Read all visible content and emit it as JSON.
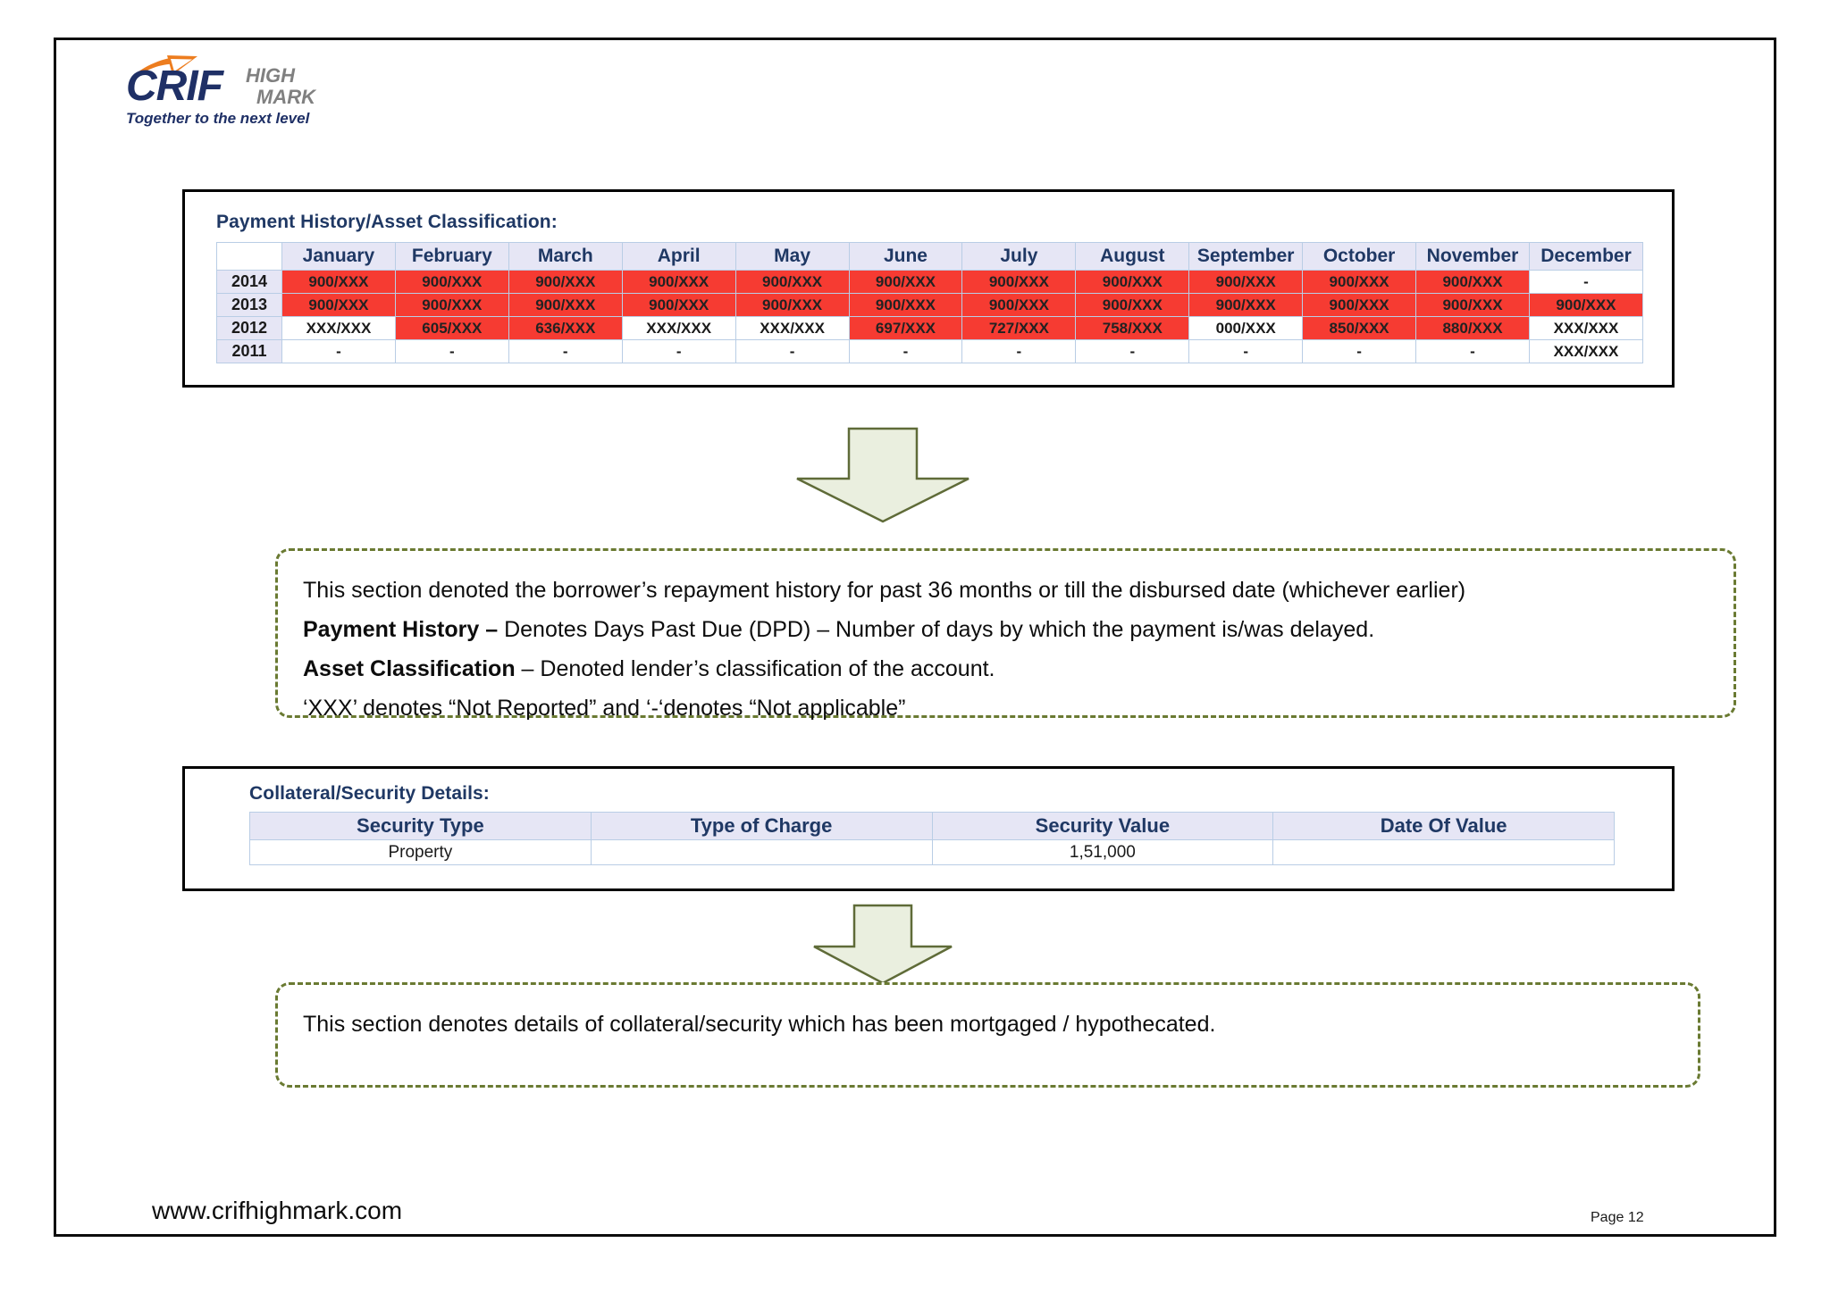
{
  "logo": {
    "brand": "CRIF",
    "sub_line_1": "HIGH",
    "sub_line_2": "MARK",
    "tagline": "Together to the next level",
    "brand_color": "#1f3066",
    "sub_color": "#808080",
    "accent_color": "#ed7d1f"
  },
  "payment_section": {
    "title": "Payment History/Asset Classification:",
    "corner_header": "",
    "columns": [
      "January",
      "February",
      "March",
      "April",
      "May",
      "June",
      "July",
      "August",
      "September",
      "October",
      "November",
      "December"
    ],
    "rows": [
      {
        "year": "2014",
        "cells": [
          {
            "value": "900/XXX",
            "red": true
          },
          {
            "value": "900/XXX",
            "red": true
          },
          {
            "value": "900/XXX",
            "red": true
          },
          {
            "value": "900/XXX",
            "red": true
          },
          {
            "value": "900/XXX",
            "red": true
          },
          {
            "value": "900/XXX",
            "red": true
          },
          {
            "value": "900/XXX",
            "red": true
          },
          {
            "value": "900/XXX",
            "red": true
          },
          {
            "value": "900/XXX",
            "red": true
          },
          {
            "value": "900/XXX",
            "red": true
          },
          {
            "value": "900/XXX",
            "red": true
          },
          {
            "value": "-",
            "red": false
          }
        ]
      },
      {
        "year": "2013",
        "cells": [
          {
            "value": "900/XXX",
            "red": true
          },
          {
            "value": "900/XXX",
            "red": true
          },
          {
            "value": "900/XXX",
            "red": true
          },
          {
            "value": "900/XXX",
            "red": true
          },
          {
            "value": "900/XXX",
            "red": true
          },
          {
            "value": "900/XXX",
            "red": true
          },
          {
            "value": "900/XXX",
            "red": true
          },
          {
            "value": "900/XXX",
            "red": true
          },
          {
            "value": "900/XXX",
            "red": true
          },
          {
            "value": "900/XXX",
            "red": true
          },
          {
            "value": "900/XXX",
            "red": true
          },
          {
            "value": "900/XXX",
            "red": true
          }
        ]
      },
      {
        "year": "2012",
        "cells": [
          {
            "value": "XXX/XXX",
            "red": false
          },
          {
            "value": "605/XXX",
            "red": true
          },
          {
            "value": "636/XXX",
            "red": true
          },
          {
            "value": "XXX/XXX",
            "red": false
          },
          {
            "value": "XXX/XXX",
            "red": false
          },
          {
            "value": "697/XXX",
            "red": true
          },
          {
            "value": "727/XXX",
            "red": true
          },
          {
            "value": "758/XXX",
            "red": true
          },
          {
            "value": "000/XXX",
            "red": false
          },
          {
            "value": "850/XXX",
            "red": true
          },
          {
            "value": "880/XXX",
            "red": true
          },
          {
            "value": "XXX/XXX",
            "red": false
          }
        ]
      },
      {
        "year": "2011",
        "cells": [
          {
            "value": "-",
            "red": false
          },
          {
            "value": "-",
            "red": false
          },
          {
            "value": "-",
            "red": false
          },
          {
            "value": "-",
            "red": false
          },
          {
            "value": "-",
            "red": false
          },
          {
            "value": "-",
            "red": false
          },
          {
            "value": "-",
            "red": false
          },
          {
            "value": "-",
            "red": false
          },
          {
            "value": "-",
            "red": false
          },
          {
            "value": "-",
            "red": false
          },
          {
            "value": "-",
            "red": false
          },
          {
            "value": "XXX/XXX",
            "red": false
          }
        ]
      }
    ]
  },
  "callout_one": {
    "line1": "This section denoted the borrower’s repayment history for past 36 months or till the disbursed date (whichever earlier)",
    "line2_bold": "Payment History –",
    "line2_rest": " Denotes Days Past Due (DPD) – Number of days by which the payment is/was delayed.",
    "line3_bold": "Asset Classification",
    "line3_rest": " – Denoted lender’s classification of the account.",
    "line4": "‘XXX’ denotes “Not Reported” and ‘-‘denotes “Not applicable”"
  },
  "collateral_section": {
    "title": "Collateral/Security Details:",
    "columns": [
      "Security Type",
      "Type of Charge",
      "Security Value",
      "Date Of Value"
    ],
    "rows": [
      [
        "Property",
        "",
        "1,51,000",
        ""
      ]
    ]
  },
  "callout_two": {
    "line1": "This section denotes details of collateral/security which has been mortgaged / hypothecated."
  },
  "footer": {
    "url": "www.crifhighmark.com",
    "page": "Page 12"
  },
  "colors": {
    "header_fill": "#e6e6f5",
    "header_text": "#1f3864",
    "cell_border": "#b9cde5",
    "alert_red": "#f63b32",
    "arrow_fill": "#eaefdf",
    "arrow_stroke": "#5f6b38",
    "callout_border": "#6a7a32"
  }
}
